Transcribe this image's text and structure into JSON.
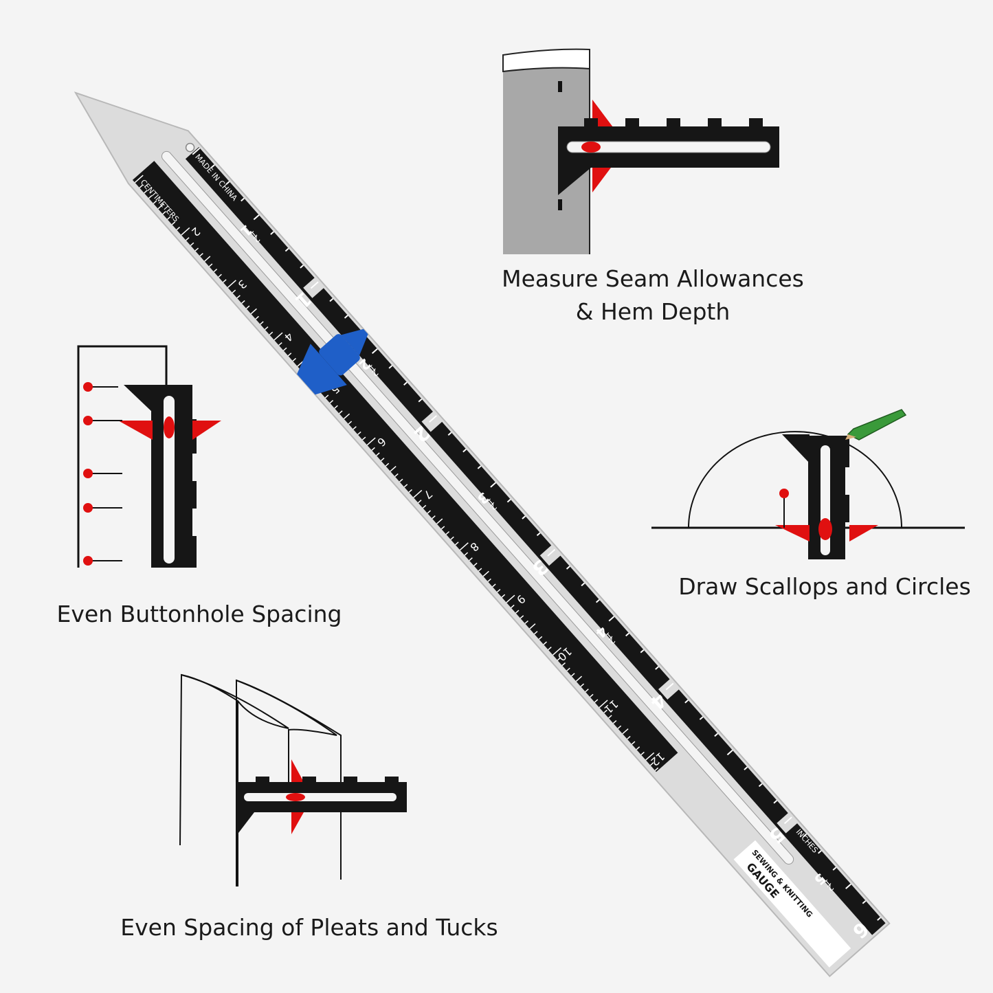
{
  "ruler": {
    "inch_numbers": [
      "1",
      "2",
      "3",
      "4",
      "5",
      "6"
    ],
    "half_whole": [
      "1",
      "2",
      "3",
      "4",
      "5"
    ],
    "half_num": "1",
    "half_den": "2",
    "cm_numbers": [
      "2",
      "3",
      "4",
      "5",
      "6",
      "7",
      "8",
      "9",
      "10",
      "11",
      "12"
    ],
    "made_in": "MADE IN CHINA",
    "cm_label": "CENTIMETERS",
    "inches_label": "INCHES",
    "brand_line1": "SEWING & KNITTING",
    "brand_line2": "GAUGE"
  },
  "captions": {
    "seam": [
      "Measure Seam Allowances",
      "& Hem Depth"
    ],
    "buttonhole": "Even Buttonhole Spacing",
    "scallop": "Draw Scallops and Circles",
    "pleats": "Even Spacing of Pleats and Tucks"
  },
  "colors": {
    "background": "#f4f4f4",
    "ruler_black": "#161616",
    "metal": "#dcdcdc",
    "slider": "#1f5fc8",
    "accent_red": "#e01010",
    "fabric_gray": "#a8a8a8",
    "pencil_green": "#3a9a3a"
  }
}
